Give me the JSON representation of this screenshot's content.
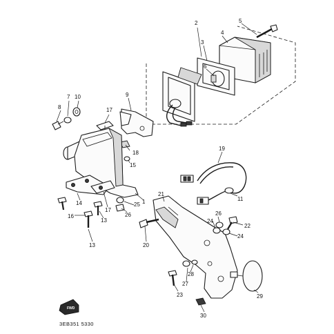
{
  "figure_code": "3EB351 5330",
  "logo_text": "FWD",
  "callouts": {
    "c1": "1",
    "c2": "2",
    "c3": "3",
    "c4": "4",
    "c5": "5",
    "c6": "6",
    "c7": "7",
    "c8": "8",
    "c9": "9",
    "c10": "10",
    "c11": "11",
    "c13a": "13",
    "c13b": "13",
    "c14": "14",
    "c15": "15",
    "c16": "16",
    "c17a": "17",
    "c17b": "17",
    "c18": "18",
    "c19": "19",
    "c20": "20",
    "c21": "21",
    "c22": "22",
    "c23": "23",
    "c24a": "24",
    "c24b": "24",
    "c25": "25",
    "c26a": "26",
    "c26b": "26",
    "c27": "27",
    "c28": "28",
    "c29": "29",
    "c30": "30"
  }
}
